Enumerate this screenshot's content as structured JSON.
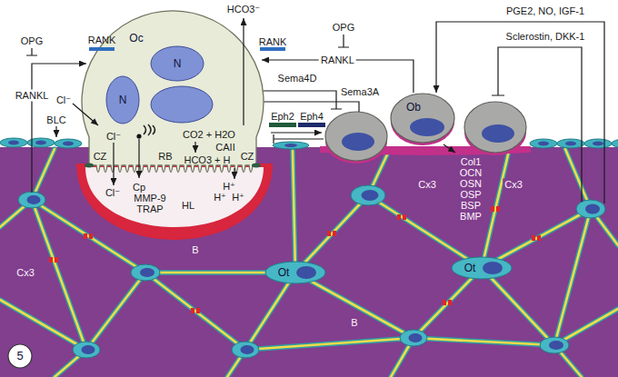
{
  "diagram": {
    "nodes": [
      {
        "text": [
          "Oc"
        ]
      },
      {
        "text": [
          "N"
        ],
        "in": 0
      },
      {
        "text": [
          "N"
        ],
        "in": 0
      },
      {
        "text": [
          "Ob"
        ]
      },
      {
        "text": [
          "Ot"
        ]
      },
      {
        "text": [
          "Ot"
        ]
      },
      {
        "text": [
          "5"
        ]
      }
    ],
    "edges": [
      {
        "from": 3,
        "to": 0,
        "arrow": "to",
        "label": "RANKL"
      }
    ],
    "labels": [
      "OPG",
      "RANKL",
      "RANK",
      "HCO3⁻",
      "Cl⁻",
      "BLC",
      "CZ",
      "Cl⁻",
      "RB",
      "Cp",
      "MMP-9",
      "TRAP",
      "Cl⁻",
      "HL",
      "CO2 + H2O",
      "CAII",
      "HCO3 + H",
      "H⁺",
      "H⁺",
      "H⁺",
      "CZ",
      "RANK",
      "Sema4D",
      "OPG",
      "Sema3A",
      "Eph2",
      "Eph4",
      "PGE2, NO, IGF-1",
      "Sclerostin, DKK-1",
      "Col1",
      "OCN",
      "OSN",
      "OSP",
      "BSP",
      "BMP",
      "Cx3",
      "Cx3",
      "Cx3",
      "B",
      "B"
    ]
  }
}
